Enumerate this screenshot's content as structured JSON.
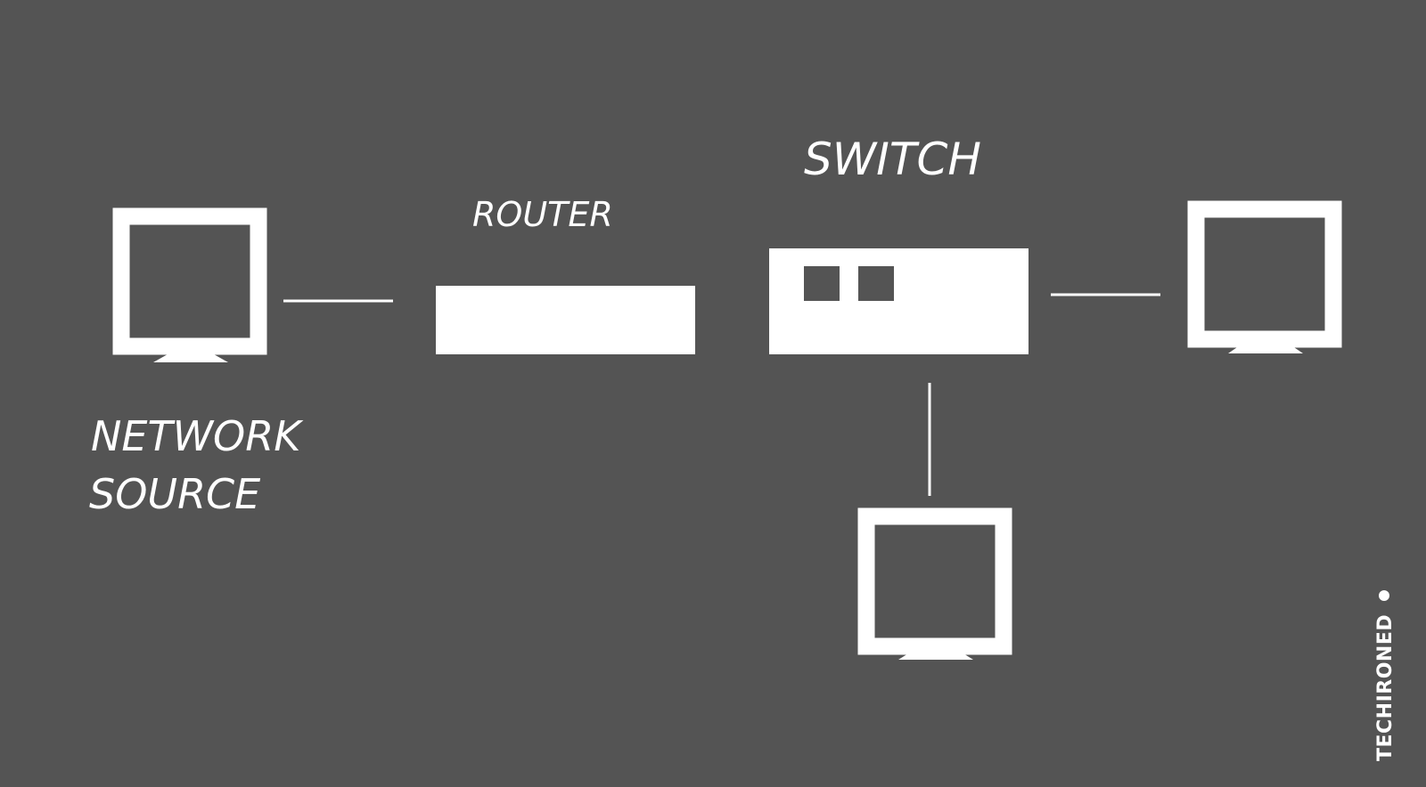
{
  "diagram": {
    "labels": {
      "switch": "SWITCH",
      "router": "ROUTER",
      "network_source_line1": "NETWORK",
      "network_source_line2": "SOURCE"
    },
    "watermark": "TECHIRONED"
  },
  "colors": {
    "background": "#545454",
    "foreground": "#ffffff"
  }
}
